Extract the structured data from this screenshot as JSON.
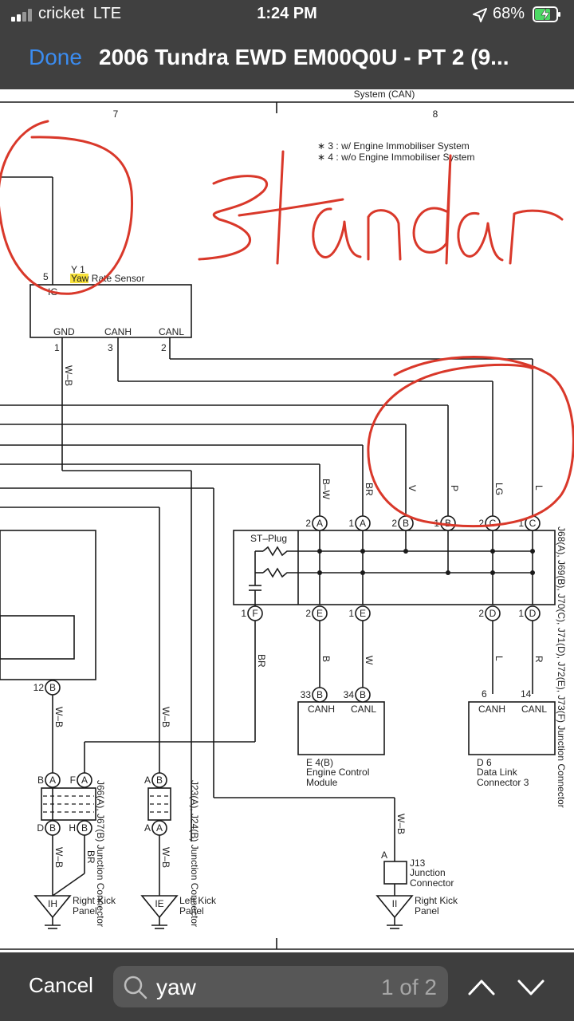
{
  "status_bar": {
    "carrier": "cricket",
    "network": "LTE",
    "time": "1:24 PM",
    "battery": "68%",
    "icons": [
      "signal-icon",
      "location-arrow-icon",
      "battery-charging-icon"
    ]
  },
  "nav": {
    "done_label": "Done",
    "title": "2006 Tundra EWD EM00Q0U - PT 2 (9..."
  },
  "diagram": {
    "header_partial": "System (CAN)",
    "column_numbers": [
      "7",
      "8"
    ],
    "notes": [
      "∗ 3 : w/ Engine Immobiliser System",
      "∗ 4 : w/o Engine Immobiliser System"
    ],
    "handwriting": "Standar",
    "yaw_sensor": {
      "id": "Y 1",
      "name_highlight": "Yaw",
      "name_rest": " Rate Sensor",
      "pins": [
        "GND",
        "CANH",
        "CANL"
      ],
      "pin_numbers": [
        "1",
        "3",
        "2"
      ],
      "top_pin": "5",
      "top_label": "IG"
    },
    "wire_labels": [
      "W–B",
      "B–W",
      "BR",
      "V",
      "P",
      "LG",
      "L",
      "B",
      "W",
      "L",
      "R",
      "BR",
      "W–B",
      "W–B",
      "W–B",
      "W–B"
    ],
    "st_plug": "ST–Plug",
    "junction_right": "J68(A), J69(B), J70(C), J71(D), J72(E), J73(F) Junction Connector",
    "ecm": {
      "pins": [
        "CANH",
        "CANL"
      ],
      "pin_numbers": [
        "33",
        "34"
      ],
      "id": "E 4(B)",
      "line1": "Engine Control",
      "line2": "Module"
    },
    "dlc": {
      "pins": [
        "CANH",
        "CANL"
      ],
      "pin_numbers": [
        "6",
        "14"
      ],
      "id": "D 6",
      "line1": "Data Link",
      "line2": "Connector 3"
    },
    "j66": "J66(A), J67(B) Junction Connector",
    "j23": "J23(A), J24(B) Junction Connector",
    "j13": {
      "id": "J13",
      "line1": "Junction",
      "line2": "Connector"
    },
    "grounds": [
      {
        "code": "IH",
        "line1": "Right Kick",
        "line2": "Panel"
      },
      {
        "code": "IE",
        "line1": "Left Kick",
        "line2": "Panel"
      },
      {
        "code": "II",
        "line1": "Right Kick",
        "line2": "Panel"
      }
    ]
  },
  "find_bar": {
    "cancel_label": "Cancel",
    "query": "yaw",
    "result_count": "1 of 2"
  },
  "colors": {
    "accent": "#3b8cf0",
    "annotation": "#d9382a",
    "highlight": "#f7e13a",
    "bar_bg": "#404040"
  }
}
